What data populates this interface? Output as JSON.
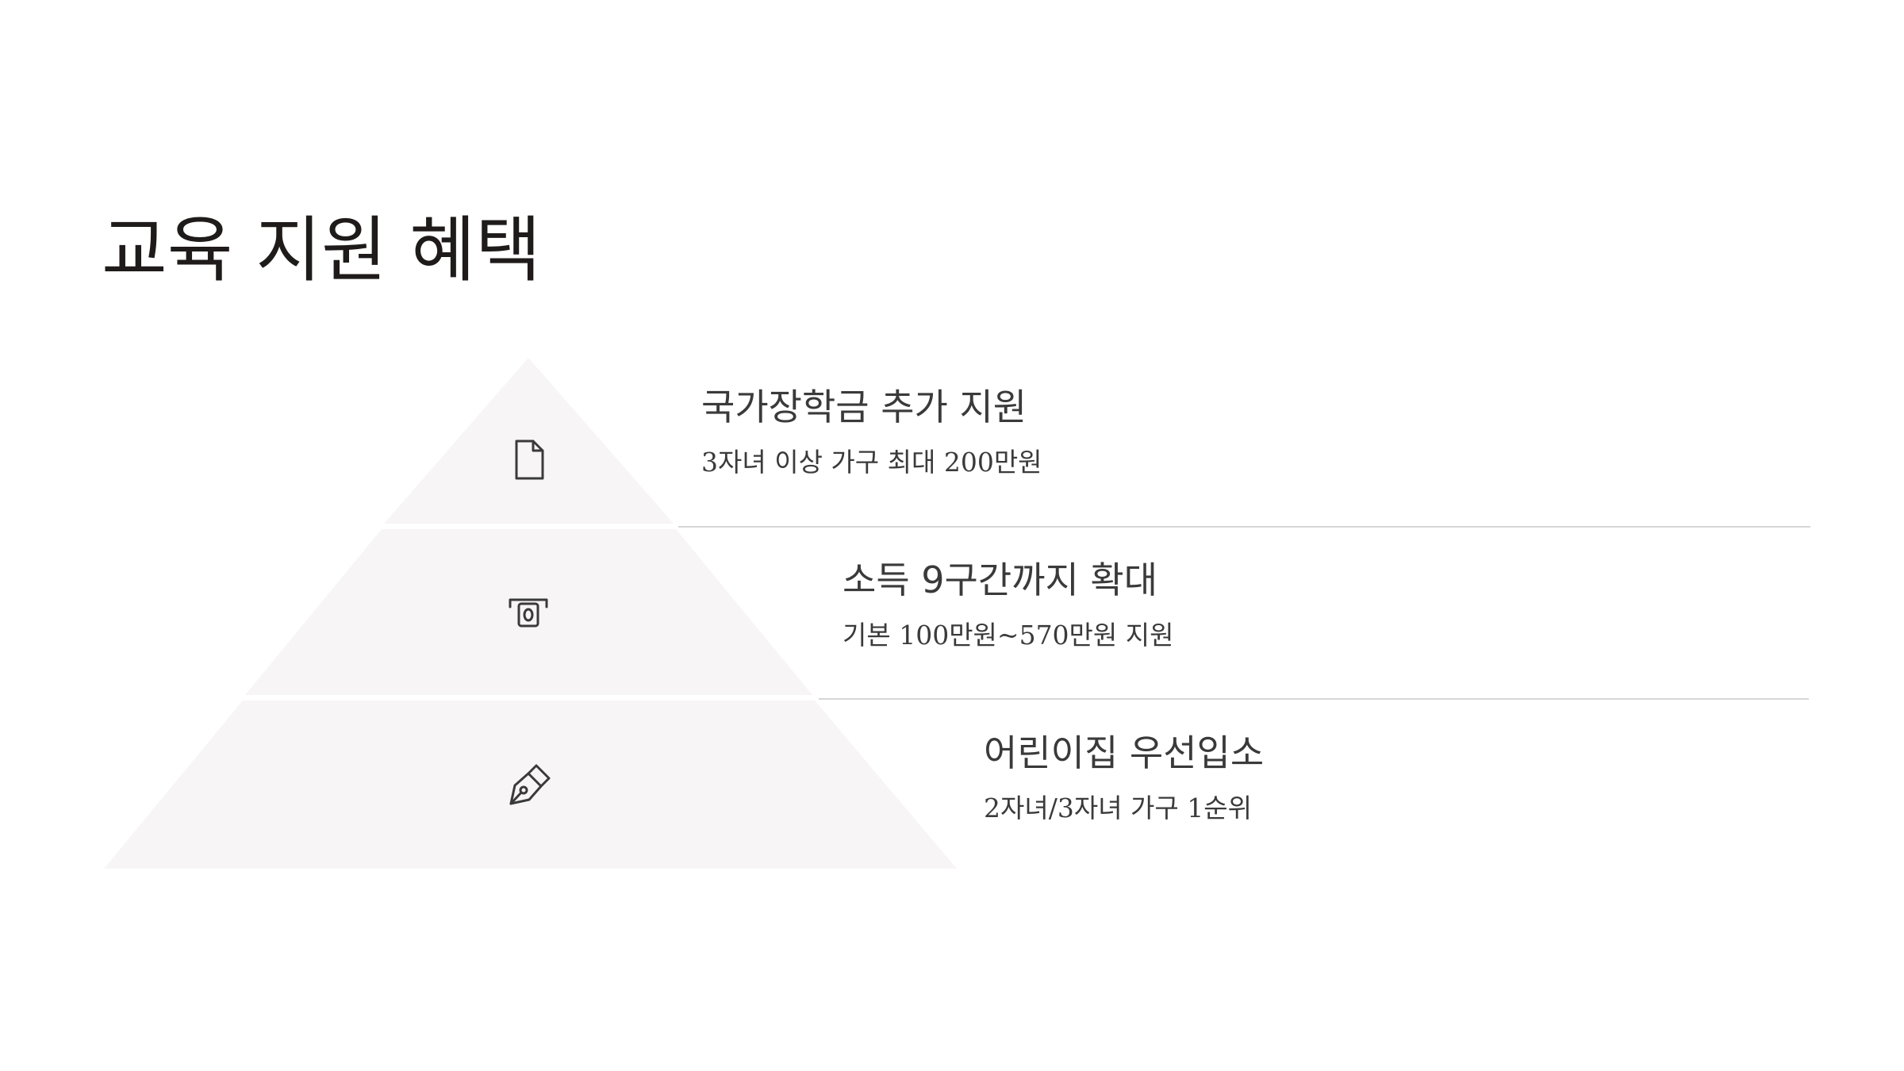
{
  "title": "교육 지원 혜택",
  "tiers": [
    {
      "heading": "국가장학금 추가 지원",
      "description": "3자녀 이상 가구 최대 200만원",
      "icon": "document-icon"
    },
    {
      "heading": "소득 9구간까지 확대",
      "description": "기본 100만원~570만원 지원",
      "icon": "money-icon"
    },
    {
      "heading": "어린이집 우선입소",
      "description": "2자녀/3자녀 가구 1순위",
      "icon": "pen-icon"
    }
  ],
  "colors": {
    "pyramid_fill": "#f7f5f5",
    "divider": "#d6d6d6",
    "icon_stroke": "#3a3a3a",
    "title": "#1f1b1a",
    "text": "#3a3a3a"
  }
}
